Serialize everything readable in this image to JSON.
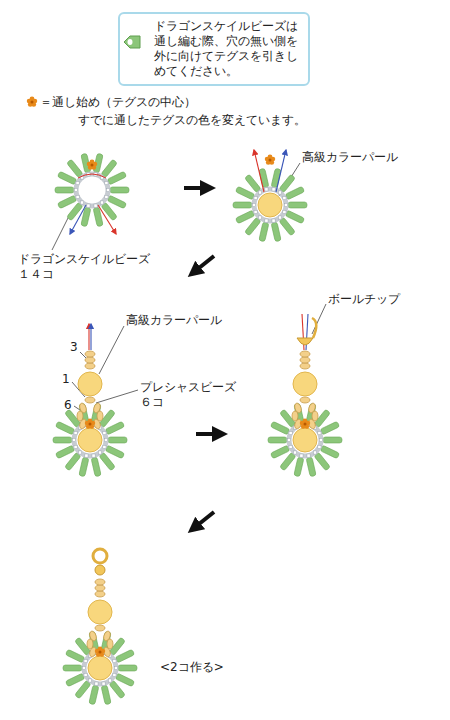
{
  "diagram": {
    "nodes": [
      {
        "text": [
          "ドラゴンスケイルビーズは通し編む際、穴の無い側を外に向けてテグスを引きしめてください。"
        ]
      }
    ],
    "labels": [
      "＝通し始め（テグスの中心）",
      "すでに通したテグスの色を変えています。",
      "ドラゴンスケイルビーズ １４コ",
      "高級カラーパール",
      "3",
      "1",
      "6",
      "高級カラーパール",
      "プレシャスビーズ ６コ",
      "ボールチップ",
      "<2コ作る>"
    ]
  }
}
